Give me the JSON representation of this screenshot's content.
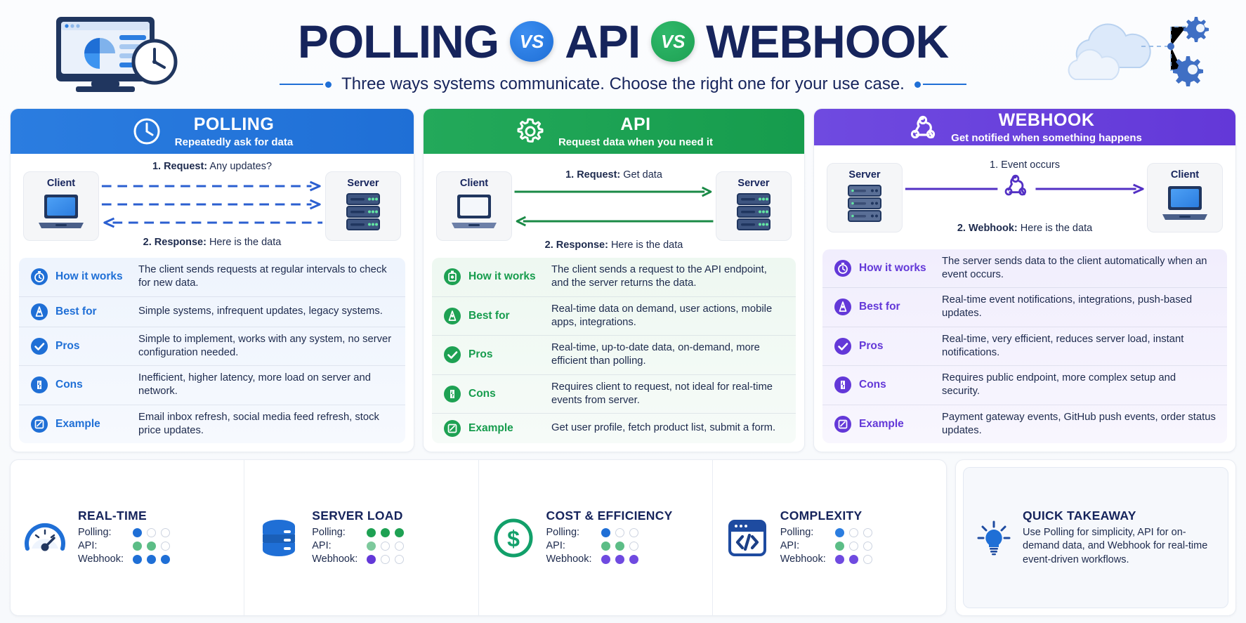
{
  "header": {
    "title_words": [
      "POLLING",
      "API",
      "WEBHOOK"
    ],
    "vs_label_1": "VS",
    "vs_label_2": "VS",
    "subtitle": "Three ways systems communicate. Choose the right one for your use case.",
    "left_art_name": "dashboard-clock-illustration",
    "right_art_name": "cloud-gears-illustration"
  },
  "colors": {
    "polling": "#1f6fd6",
    "api": "#169c4d",
    "webhook": "#6338d8",
    "title": "#16245c"
  },
  "columns": [
    {
      "key": "polling",
      "icon": "clock-icon",
      "title": "POLLING",
      "subtitle": "Repeatedly ask for data",
      "flow": {
        "left_node": "Client",
        "left_node_icon": "laptop-icon",
        "right_node": "Server",
        "right_node_icon": "server-stack-icon",
        "caption_top": "1. Request: Any updates?",
        "caption_top_bold": "1. Request:",
        "caption_top_rest": " Any updates?",
        "caption_bottom_bold": "2. Response:",
        "caption_bottom_rest": " Here is the data"
      },
      "rows": [
        {
          "icon": "clock-badge-icon",
          "label": "How it works",
          "text": "The client sends requests at regular intervals to check for new data."
        },
        {
          "icon": "target-badge-icon",
          "label": "Best for",
          "text": "Simple systems, infrequent updates, legacy systems."
        },
        {
          "icon": "check-badge-icon",
          "label": "Pros",
          "text": "Simple to implement, works with any system, no server configuration needed."
        },
        {
          "icon": "warning-badge-icon",
          "label": "Cons",
          "text": "Inefficient, higher latency, more load on server and network."
        },
        {
          "icon": "note-badge-icon",
          "label": "Example",
          "text": "Email inbox refresh, social media feed refresh, stock price updates."
        }
      ]
    },
    {
      "key": "api",
      "icon": "gear-icon",
      "title": "API",
      "subtitle": "Request data when you need it",
      "flow": {
        "left_node": "Client",
        "left_node_icon": "laptop-icon",
        "right_node": "Server",
        "right_node_icon": "server-stack-icon",
        "caption_top_bold": "1. Request:",
        "caption_top_rest": " Get data",
        "caption_bottom_bold": "2. Response:",
        "caption_bottom_rest": " Here is the data"
      },
      "rows": [
        {
          "icon": "clock-badge-icon",
          "label": "How it works",
          "text": "The client sends a request to the API endpoint, and the server returns the data."
        },
        {
          "icon": "target-badge-icon",
          "label": "Best for",
          "text": "Real-time data on demand, user actions, mobile apps, integrations."
        },
        {
          "icon": "check-badge-icon",
          "label": "Pros",
          "text": "Real-time, up-to-date data, on-demand, more efficient than polling."
        },
        {
          "icon": "warning-badge-icon",
          "label": "Cons",
          "text": "Requires client to request, not ideal for real-time events from server."
        },
        {
          "icon": "note-badge-icon",
          "label": "Example",
          "text": "Get user profile, fetch product list, submit a form."
        }
      ]
    },
    {
      "key": "webhook",
      "icon": "webhook-icon",
      "title": "WEBHOOK",
      "subtitle": "Get notified when something happens",
      "flow": {
        "left_node": "Server",
        "left_node_icon": "server-stack-icon",
        "right_node": "Client",
        "right_node_icon": "laptop-icon",
        "caption_top_bold": "1. Event occurs",
        "caption_top_rest": "",
        "caption_bottom_bold": "2. Webhook:",
        "caption_bottom_rest": " Here is the data"
      },
      "rows": [
        {
          "icon": "clock-badge-icon",
          "label": "How it works",
          "text": "The server sends data to the client automatically when an event occurs."
        },
        {
          "icon": "target-badge-icon",
          "label": "Best for",
          "text": "Real-time event notifications, integrations, push-based updates."
        },
        {
          "icon": "check-badge-icon",
          "label": "Pros",
          "text": "Real-time, very efficient, reduces server load, instant notifications."
        },
        {
          "icon": "warning-badge-icon",
          "label": "Cons",
          "text": "Requires public endpoint, more complex setup and security."
        },
        {
          "icon": "note-badge-icon",
          "label": "Example",
          "text": "Payment gateway events, GitHub push events, order status updates."
        }
      ]
    }
  ],
  "metrics": [
    {
      "icon": "gauge-icon",
      "title": "REAL-TIME",
      "rows": [
        {
          "label": "Polling:",
          "filled": 1,
          "color": "#1f6fd6"
        },
        {
          "label": "API:",
          "filled": 2,
          "color": "#5cbd86"
        },
        {
          "label": "Webhook:",
          "filled": 3,
          "color": "#1f6fd6"
        }
      ]
    },
    {
      "icon": "database-icon",
      "title": "SERVER LOAD",
      "rows": [
        {
          "label": "Polling:",
          "filled": 3,
          "color": "#1ea153"
        },
        {
          "label": "API:",
          "filled": 1,
          "color": "#7dc99c"
        },
        {
          "label": "Webhook:",
          "filled": 1,
          "color": "#6338d8"
        }
      ]
    },
    {
      "icon": "dollar-circle-icon",
      "title": "COST & EFFICIENCY",
      "rows": [
        {
          "label": "Polling:",
          "filled": 1,
          "color": "#1f6fd6"
        },
        {
          "label": "API:",
          "filled": 2,
          "color": "#5cbd86"
        },
        {
          "label": "Webhook:",
          "filled": 3,
          "color": "#6f4ae0"
        }
      ]
    },
    {
      "icon": "code-window-icon",
      "title": "COMPLEXITY",
      "rows": [
        {
          "label": "Polling:",
          "filled": 1,
          "color": "#2b7de0"
        },
        {
          "label": "API:",
          "filled": 1,
          "color": "#5cbd86"
        },
        {
          "label": "Webhook:",
          "filled": 2,
          "color": "#6f4ae0"
        }
      ]
    }
  ],
  "takeaway": {
    "icon": "lightbulb-icon",
    "title": "QUICK TAKEAWAY",
    "text": "Use Polling for simplicity, API for on-demand data, and Webhook for real-time event-driven workflows."
  }
}
